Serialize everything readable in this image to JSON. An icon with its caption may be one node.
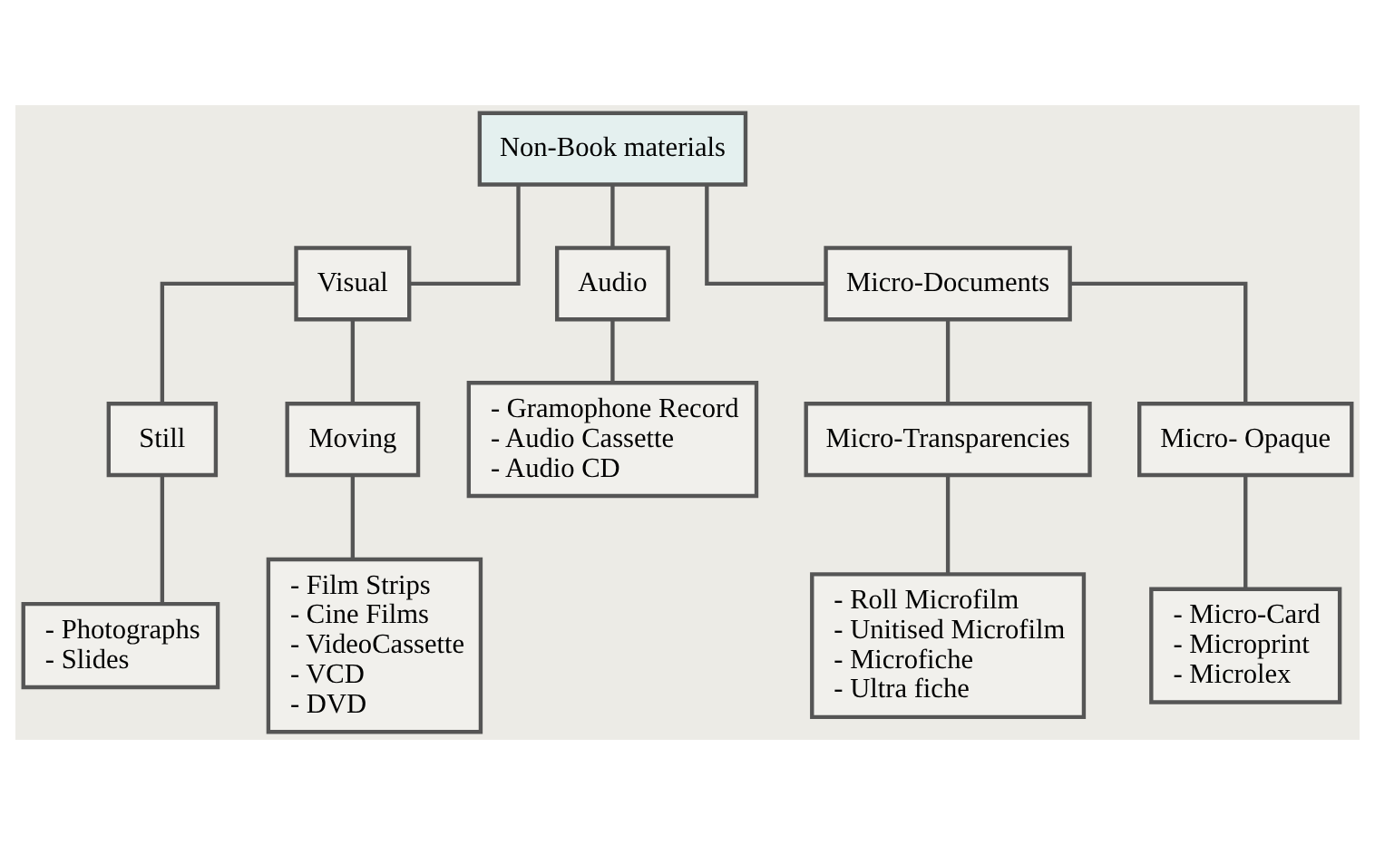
{
  "diagram": {
    "nodes": [
      {
        "text": [
          "Non-Book materials"
        ]
      },
      {
        "text": [
          "Visual"
        ]
      },
      {
        "text": [
          "Audio"
        ]
      },
      {
        "text": [
          "Micro-Documents"
        ]
      },
      {
        "text": [
          "Still"
        ]
      },
      {
        "text": [
          "Moving"
        ]
      },
      {
        "text": [
          "- Photographs",
          "- Slides"
        ]
      },
      {
        "text": [
          "- Film Strips",
          "- Cine Films",
          "- VideoCassette",
          "- VCD",
          "- DVD"
        ]
      },
      {
        "text": [
          "- Gramophone Record",
          "- Audio Cassette",
          "- Audio CD"
        ]
      },
      {
        "text": [
          "Micro-Transparencies"
        ]
      },
      {
        "text": [
          "Micro- Opaque"
        ]
      },
      {
        "text": [
          "- Roll Microfilm",
          "- Unitised Microfilm",
          "- Microfiche",
          "- Ultra fiche"
        ]
      },
      {
        "text": [
          "- Micro-Card",
          "- Microprint",
          "- Microlex"
        ]
      }
    ],
    "edges": [
      {
        "from": 0,
        "to": 1,
        "arrow": "none"
      },
      {
        "from": 0,
        "to": 2,
        "arrow": "none"
      },
      {
        "from": 0,
        "to": 3,
        "arrow": "none"
      },
      {
        "from": 1,
        "to": 4,
        "arrow": "none"
      },
      {
        "from": 1,
        "to": 5,
        "arrow": "none"
      },
      {
        "from": 4,
        "to": 6,
        "arrow": "none"
      },
      {
        "from": 5,
        "to": 7,
        "arrow": "none"
      },
      {
        "from": 2,
        "to": 8,
        "arrow": "none"
      },
      {
        "from": 3,
        "to": 9,
        "arrow": "none"
      },
      {
        "from": 3,
        "to": 10,
        "arrow": "none"
      },
      {
        "from": 9,
        "to": 11,
        "arrow": "none"
      },
      {
        "from": 10,
        "to": 12,
        "arrow": "none"
      }
    ]
  }
}
